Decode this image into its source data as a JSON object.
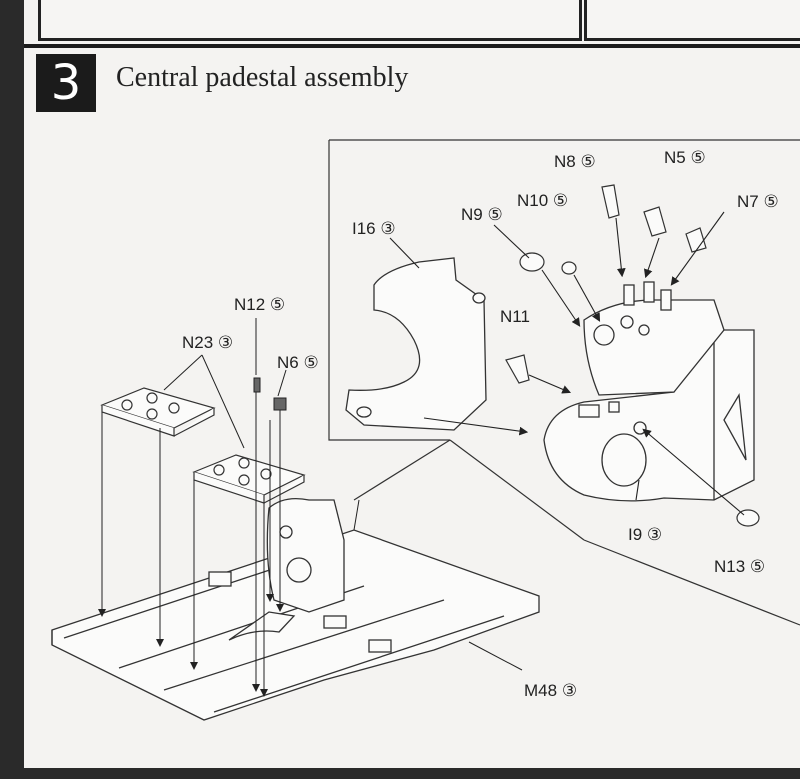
{
  "step": {
    "number": "3",
    "title": "Central padestal assembly"
  },
  "labels": {
    "n8": "N8",
    "n5": "N5",
    "n7": "N7",
    "n10": "N10",
    "n9": "N9",
    "i16": "I16",
    "n11": "N11",
    "n12": "N12",
    "n23": "N23",
    "n6": "N6",
    "i9": "I9",
    "n13": "N13",
    "m48": "M48"
  },
  "codes": {
    "n8": "⑤",
    "n5": "⑤",
    "n7": "⑤",
    "n10": "⑤",
    "n9": "⑤",
    "i16": "③",
    "n12": "⑤",
    "n23": "③",
    "n6": "⑤",
    "i9": "③",
    "n13": "⑤",
    "m48": "③"
  }
}
